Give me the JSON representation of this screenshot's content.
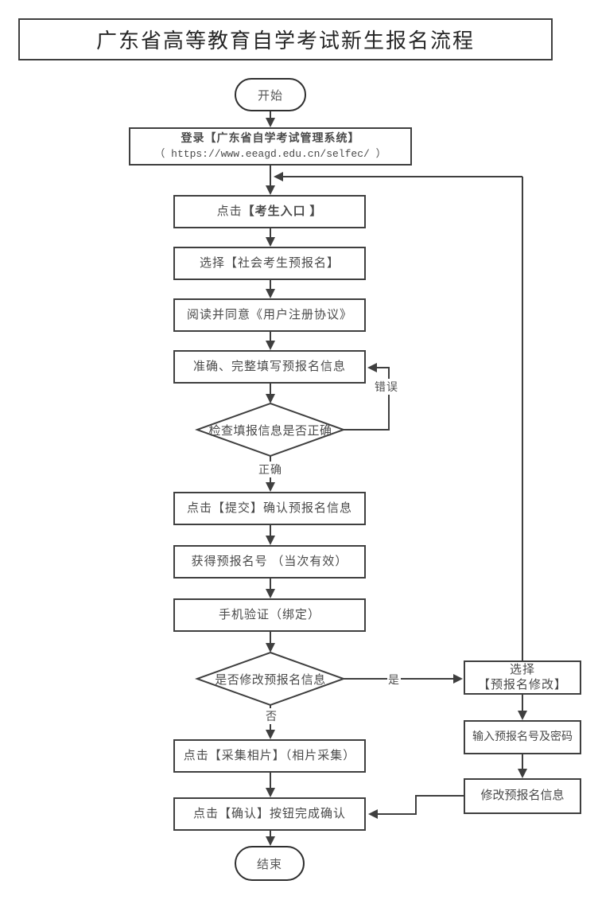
{
  "title": "广东省高等教育自学考试新生报名流程",
  "nodes": {
    "start": "开始",
    "login_line1": "登录【广东省自学考试管理系统】",
    "login_line2": "（ https://www.eeagd.edu.cn/selfec/ ）",
    "entry_prefix": "点击",
    "entry_highlight": "【考生入口 】",
    "choose_social": "选择【社会考生预报名】",
    "agreement": "阅读并同意《用户注册协议》",
    "fill_info": "准确、完整填写预报名信息",
    "check_decision": "检查填报信息是否正确",
    "submit": "点击【提交】确认预报名信息",
    "obtain_number": "获得预报名号 （当次有效）",
    "phone_verify": "手机验证（绑定）",
    "modify_decision": "是否修改预报名信息",
    "collect_photo": "点击【采集相片】（相片采集）",
    "confirm": "点击【确认】按钮完成确认",
    "end": "结束",
    "select_modify_line1": "选择",
    "select_modify_line2": "【预报名修改】",
    "enter_number": "输入预报名号及密码",
    "modify_info": "修改预报名信息"
  },
  "edge_labels": {
    "error": "错误",
    "correct": "正确",
    "yes": "是",
    "no": "否"
  },
  "colors": {
    "line": "#3f3f3f",
    "text": "#4a4a4a",
    "title-text": "#262626",
    "background": "#ffffff"
  }
}
